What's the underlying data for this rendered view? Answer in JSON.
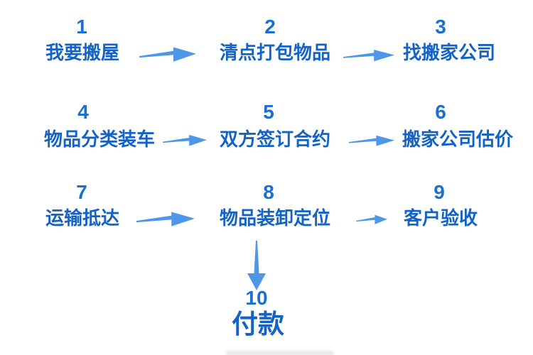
{
  "colors": {
    "background": "#ffffff",
    "number": "#1b6fd0",
    "label": "#1363c6",
    "arrow": "#4e97e8"
  },
  "steps": [
    {
      "number": "1",
      "label": "我要搬屋"
    },
    {
      "number": "2",
      "label": "清点打包物品"
    },
    {
      "number": "3",
      "label": "找搬家公司"
    },
    {
      "number": "4",
      "label": "物品分类装车"
    },
    {
      "number": "5",
      "label": "双方签订合约"
    },
    {
      "number": "6",
      "label": "搬家公司估价"
    },
    {
      "number": "7",
      "label": "运输抵达"
    },
    {
      "number": "8",
      "label": "物品装卸定位"
    },
    {
      "number": "9",
      "label": "客户验收"
    },
    {
      "number": "10",
      "label": "付款"
    }
  ],
  "connections": [
    {
      "from": "1",
      "to": "2",
      "direction": "right"
    },
    {
      "from": "2",
      "to": "3",
      "direction": "right"
    },
    {
      "from": "4",
      "to": "5",
      "direction": "right"
    },
    {
      "from": "5",
      "to": "6",
      "direction": "right"
    },
    {
      "from": "7",
      "to": "8",
      "direction": "right"
    },
    {
      "from": "8",
      "to": "9",
      "direction": "right"
    },
    {
      "from": "8",
      "to": "10",
      "direction": "down"
    }
  ]
}
